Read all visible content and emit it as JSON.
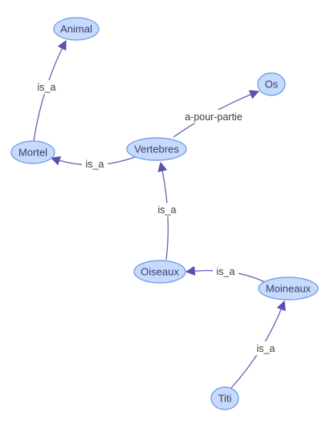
{
  "nodes": [
    {
      "id": "animal",
      "label": "Animal"
    },
    {
      "id": "os",
      "label": "Os"
    },
    {
      "id": "mortel",
      "label": "Mortel"
    },
    {
      "id": "vertebres",
      "label": "Vertebres"
    },
    {
      "id": "oiseaux",
      "label": "Oiseaux"
    },
    {
      "id": "moineaux",
      "label": "Moineaux"
    },
    {
      "id": "titi",
      "label": "Titi"
    }
  ],
  "edges": [
    {
      "id": "mortel-animal",
      "from": "mortel",
      "to": "animal",
      "label": "is_a"
    },
    {
      "id": "vertebres-os",
      "from": "vertebres",
      "to": "os",
      "label": "a-pour-partie"
    },
    {
      "id": "vertebres-mortel",
      "from": "vertebres",
      "to": "mortel",
      "label": "is_a"
    },
    {
      "id": "oiseaux-vertebres",
      "from": "oiseaux",
      "to": "vertebres",
      "label": "is_a"
    },
    {
      "id": "moineaux-oiseaux",
      "from": "moineaux",
      "to": "oiseaux",
      "label": "is_a"
    },
    {
      "id": "titi-moineaux",
      "from": "titi",
      "to": "moineaux",
      "label": "is_a"
    }
  ],
  "colors": {
    "node_fill": "#c6dafc",
    "node_border": "#6a96e6",
    "edge": "#6b5fb5",
    "arrow": "#5b4fb0"
  }
}
